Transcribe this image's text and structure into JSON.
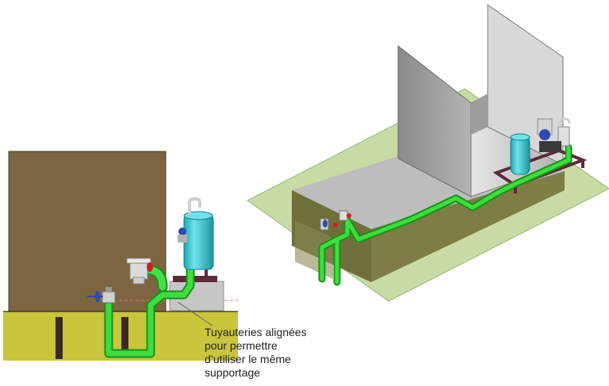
{
  "annotation": {
    "lines": [
      "Tuyauteries alignées",
      "pour permettre",
      "d’utiliser le même",
      "supportage"
    ]
  },
  "colors": {
    "pipe": "#2ecc2e",
    "pipe_dark": "#159515",
    "tank": "#2ec4cf",
    "wall_brown": "#7d6541",
    "ground_yellow": "#c7c23a",
    "slab_grey": "#bcbcbc",
    "base_green": "#c9dba5",
    "support_maroon": "#5c2a3a"
  }
}
